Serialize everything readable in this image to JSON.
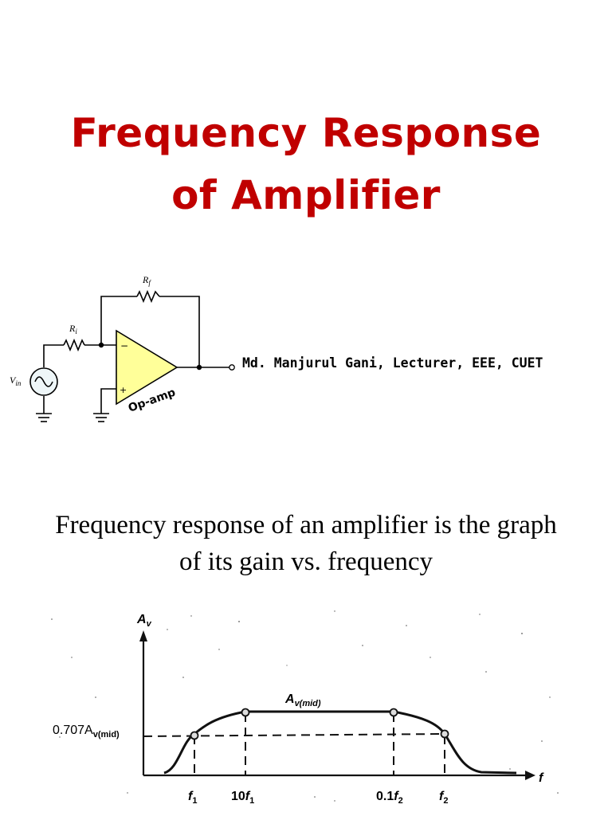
{
  "slide": {
    "title_line1": "Frequency Response",
    "title_line2": "of Amplifier",
    "author": "Md. Manjurul Gani, Lecturer, EEE, CUET",
    "intro_line1": "Frequency response of an amplifier is the graph",
    "intro_line2": "of its gain vs. frequency",
    "title_color": "#c00000",
    "opamp_fill": "#ffff99"
  },
  "circuit": {
    "rf_label": "R",
    "rf_sub": "f",
    "ri_label": "R",
    "ri_sub": "i",
    "vin_label": "V",
    "vin_sub": "in",
    "opamp_label": "Op-amp",
    "minus_sign": "−",
    "plus_sign": "+"
  },
  "chart_data": {
    "type": "line",
    "y_axis_label": "A",
    "y_axis_sub": "v",
    "x_axis_label": "f",
    "mid_label": "A",
    "mid_sub": "v(mid)",
    "level_label": "0.707A",
    "level_sub": "v(mid)",
    "level_fraction": 0.707,
    "ticks": [
      {
        "label": "f",
        "sub": "1",
        "prefix": ""
      },
      {
        "label": "f",
        "sub": "1",
        "prefix": "10"
      },
      {
        "label": "f",
        "sub": "2",
        "prefix": "0.1"
      },
      {
        "label": "f",
        "sub": "2",
        "prefix": ""
      }
    ]
  }
}
